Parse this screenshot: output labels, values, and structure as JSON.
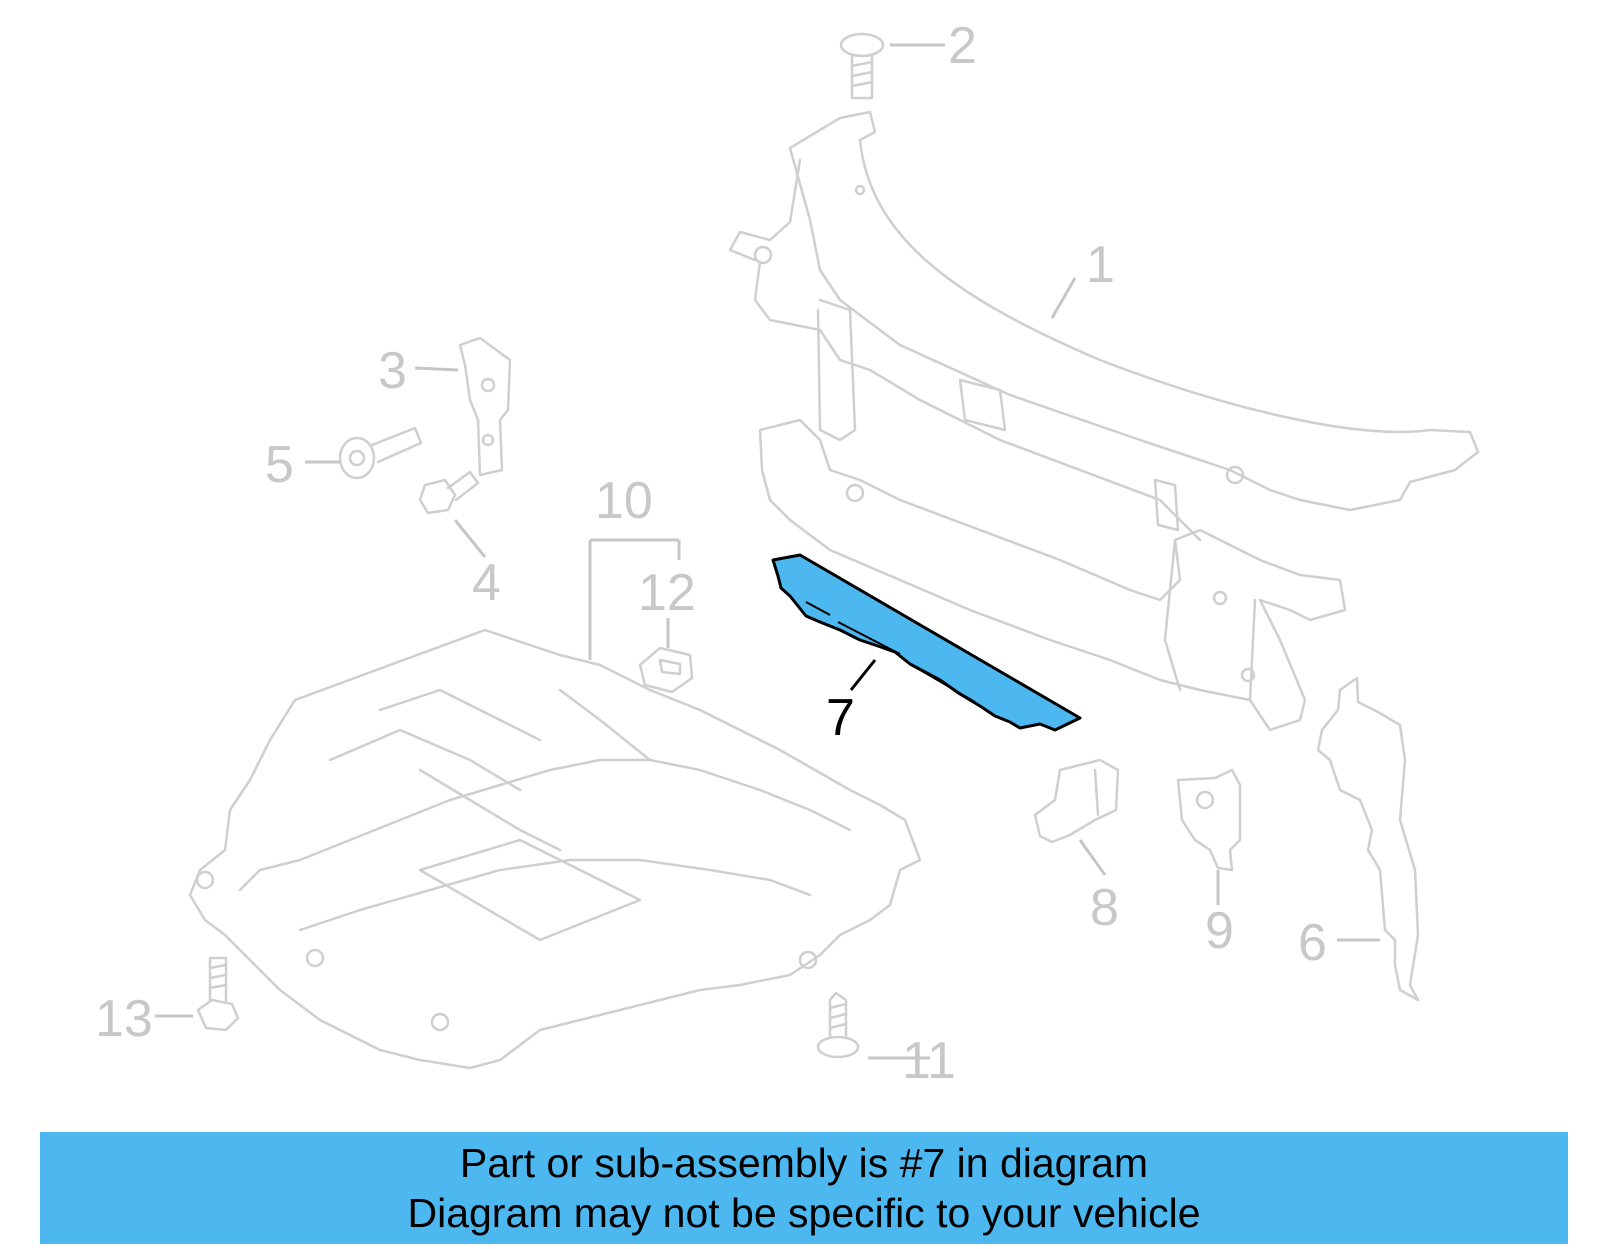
{
  "diagram": {
    "callouts": [
      {
        "id": "1",
        "label": "1"
      },
      {
        "id": "2",
        "label": "2"
      },
      {
        "id": "3",
        "label": "3"
      },
      {
        "id": "4",
        "label": "4"
      },
      {
        "id": "5",
        "label": "5"
      },
      {
        "id": "6",
        "label": "6"
      },
      {
        "id": "7",
        "label": "7"
      },
      {
        "id": "8",
        "label": "8"
      },
      {
        "id": "9",
        "label": "9"
      },
      {
        "id": "10",
        "label": "10"
      },
      {
        "id": "11",
        "label": "11"
      },
      {
        "id": "12",
        "label": "12"
      },
      {
        "id": "13",
        "label": "13"
      }
    ],
    "highlighted_part": "7",
    "colors": {
      "highlight": "#4db8f0",
      "part_outline": "#cfcfcf",
      "callout_inactive": "#c8c8c8",
      "callout_active": "#000000"
    }
  },
  "banner": {
    "line1": "Part or sub-assembly is #7 in diagram",
    "line2": "Diagram may not be specific to your vehicle",
    "color": "#4db8f0"
  }
}
